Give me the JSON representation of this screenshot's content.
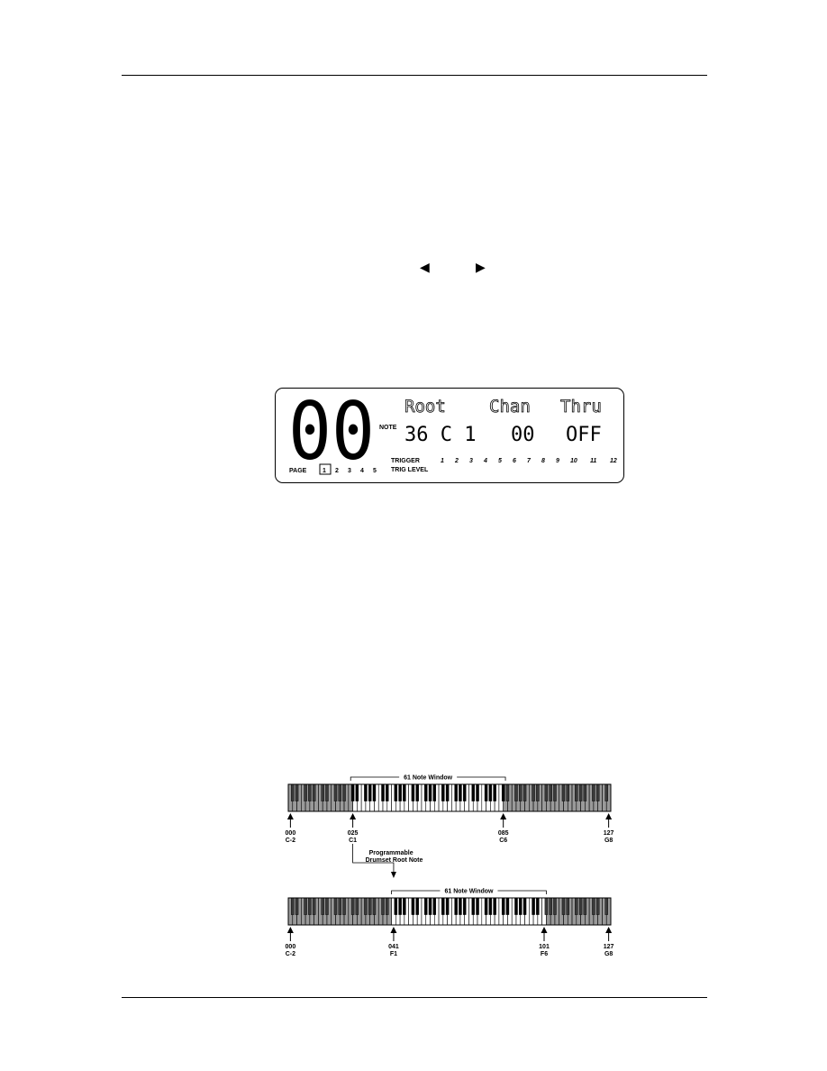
{
  "arrows": {
    "left": "◀",
    "right": "▶"
  },
  "lcd": {
    "big_digits": "00",
    "note_label": "NOTE",
    "headers": [
      "Root",
      "Chan",
      "Thru"
    ],
    "values": {
      "root": "36 C 1",
      "chan": "00",
      "thru": "OFF"
    },
    "trigger_label": "TRIGGER",
    "trigger_numbers": [
      "1",
      "2",
      "3",
      "4",
      "5",
      "6",
      "7",
      "8",
      "9",
      "10",
      "11",
      "12"
    ],
    "trig_level_label": "TRIG LEVEL",
    "page_label": "PAGE",
    "pages": [
      "1",
      "2",
      "3",
      "4",
      "5"
    ],
    "selected_page": "1"
  },
  "keyboards": [
    {
      "window_label": "61 Note Window",
      "markers": [
        {
          "num": "000",
          "name": "C-2",
          "key": 0
        },
        {
          "num": "025",
          "name": "C1",
          "key": 25
        },
        {
          "num": "085",
          "name": "C6",
          "key": 85
        },
        {
          "num": "127",
          "name": "G8",
          "key": 127
        }
      ],
      "window_start": 25,
      "window_end": 85
    },
    {
      "window_label": "61 Note Window",
      "markers": [
        {
          "num": "000",
          "name": "C-2",
          "key": 0
        },
        {
          "num": "041",
          "name": "F1",
          "key": 41
        },
        {
          "num": "101",
          "name": "F6",
          "key": 101
        },
        {
          "num": "127",
          "name": "G8",
          "key": 127
        }
      ],
      "window_start": 41,
      "window_end": 101
    }
  ],
  "callout": {
    "line1": "Programmable",
    "line2": "Drumset Root Note"
  },
  "colors": {
    "shade": "#9a9a9a",
    "ink": "#000000"
  }
}
